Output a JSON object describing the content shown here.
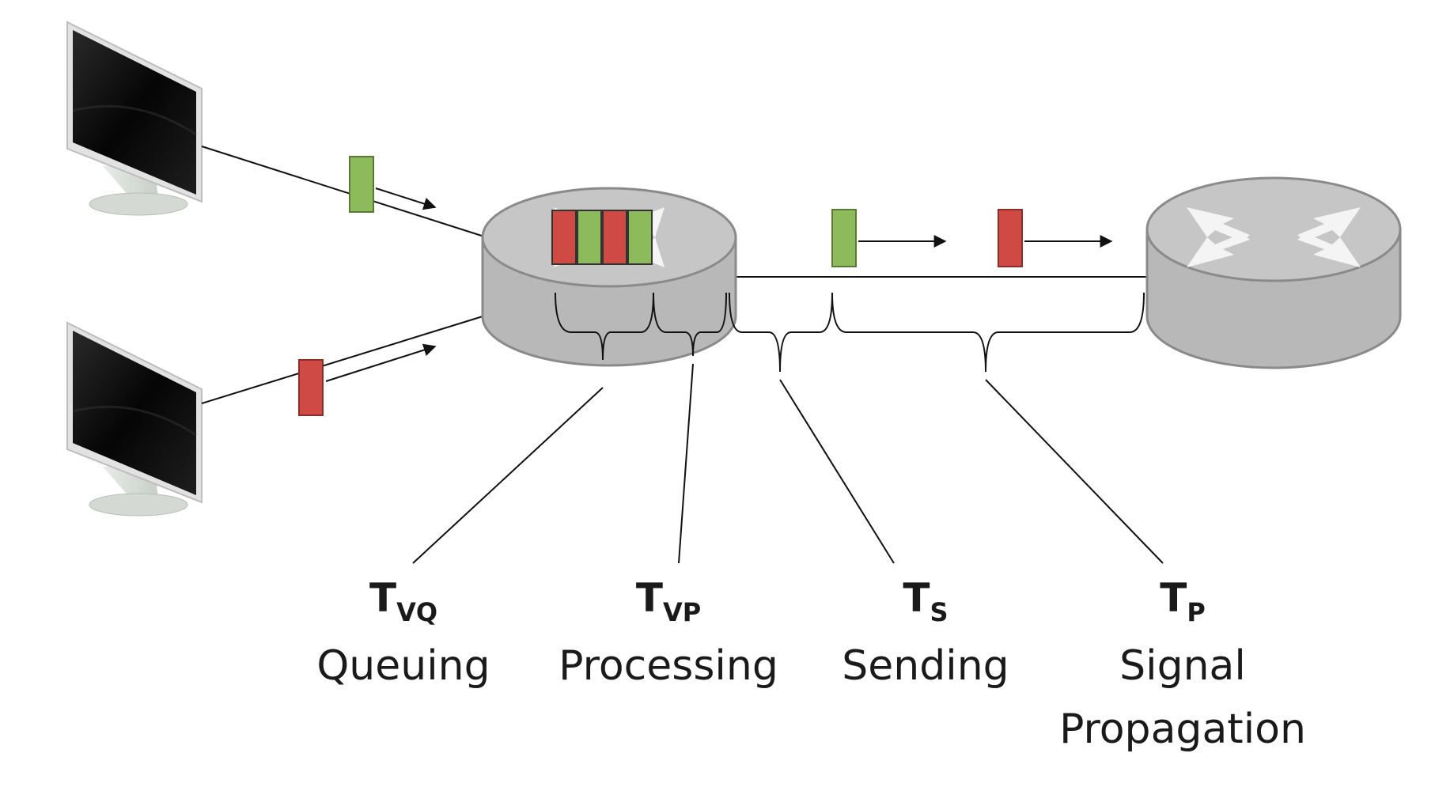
{
  "colors": {
    "packet_green": "#8dba5a",
    "packet_red": "#cf4a45",
    "router_gray": "#b8b8b8",
    "router_stroke": "#8a8a8a"
  },
  "icons": [
    "monitor-icon",
    "router-icon"
  ],
  "labels": [
    {
      "symbol": "T",
      "subscript": "VQ",
      "text": "Queuing"
    },
    {
      "symbol": "T",
      "subscript": "VP",
      "text": "Processing"
    },
    {
      "symbol": "T",
      "subscript": "S",
      "text": "Sending"
    },
    {
      "symbol": "T",
      "subscript": "P",
      "text": "Signal",
      "text2": "Propagation"
    }
  ]
}
